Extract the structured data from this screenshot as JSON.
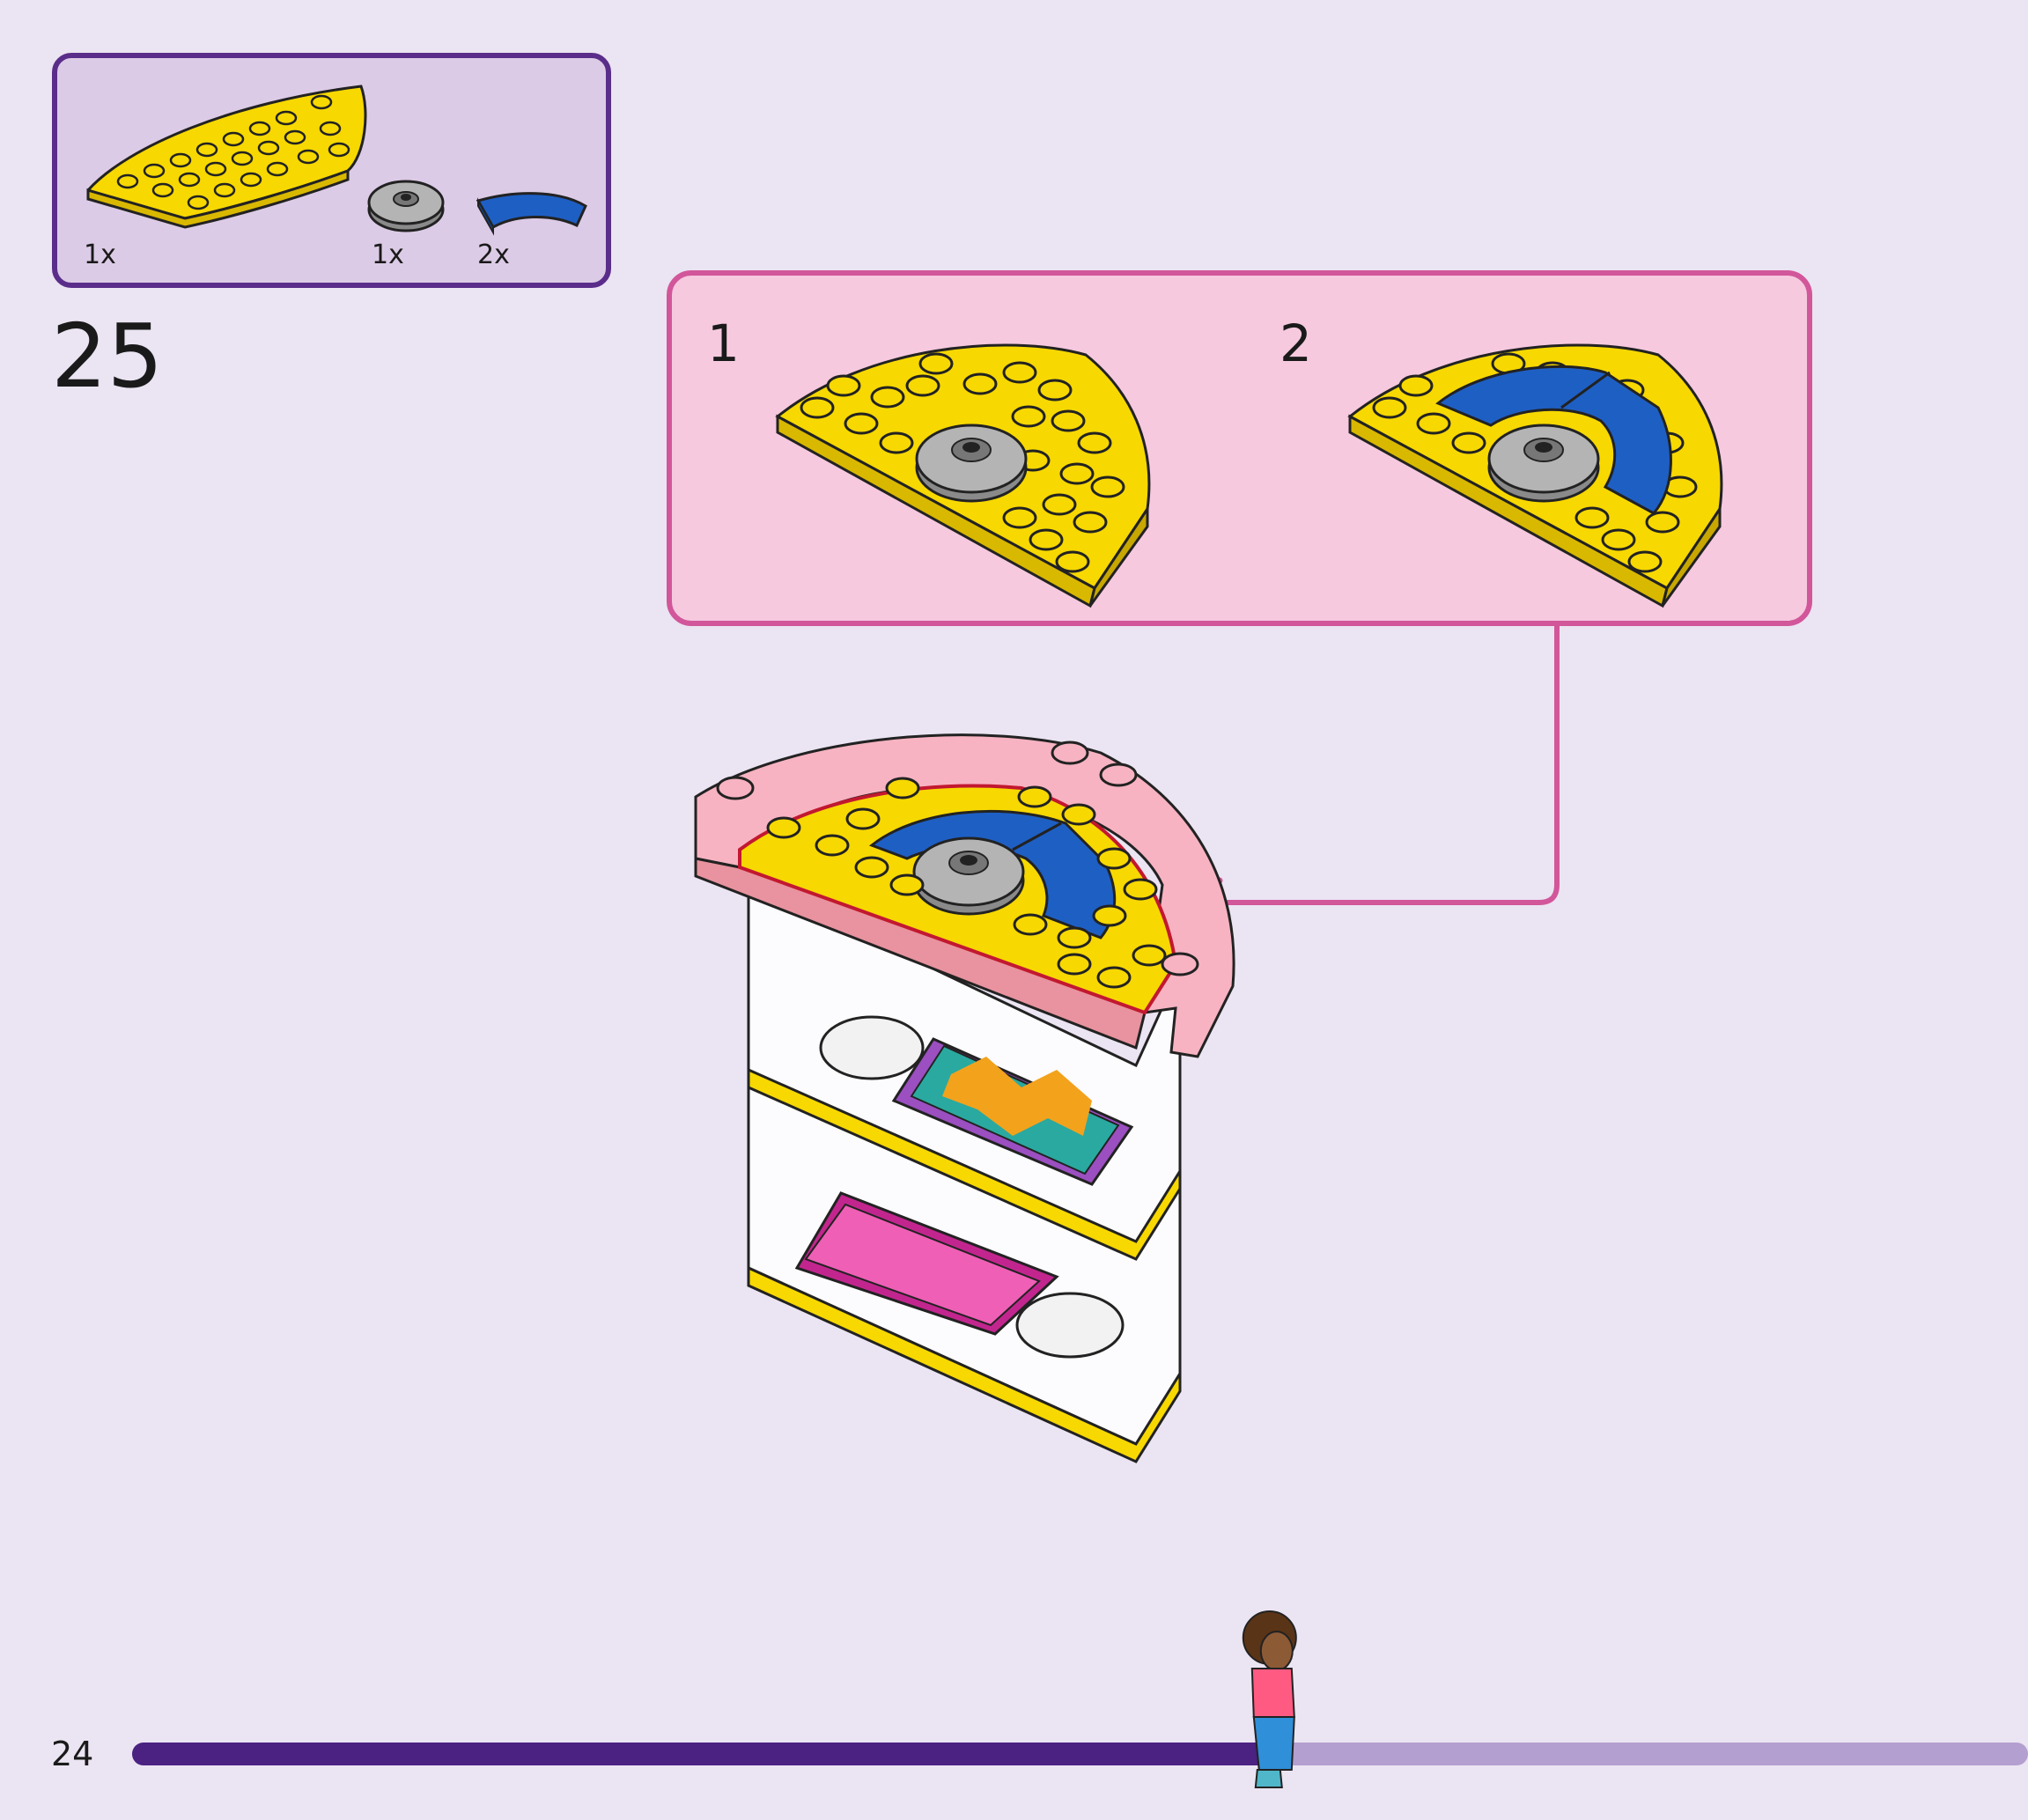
{
  "parts_list": {
    "items": [
      {
        "name": "yellow-half-round-plate",
        "qty": "1x",
        "color": "#f7d800"
      },
      {
        "name": "gray-round-tile",
        "qty": "1x",
        "color": "#9a9a9a"
      },
      {
        "name": "blue-curved-tile",
        "qty": "2x",
        "color": "#1e5fc4"
      }
    ]
  },
  "step": {
    "number": "25"
  },
  "substeps": [
    {
      "label": "1"
    },
    {
      "label": "2"
    }
  ],
  "footer": {
    "page_number": "24",
    "progress": 0.6
  },
  "colors": {
    "background": "#ebe4f2",
    "parts_box_fill": "#dccbe6",
    "parts_box_border": "#5a2d8a",
    "substep_box_fill": "#f6c9df",
    "substep_box_border": "#d2569a",
    "yellow": "#f7d800",
    "blue": "#1e5fc4",
    "gray": "#9a9a9a",
    "pink": "#f7b3c2",
    "progress_done": "#4b2182",
    "progress_remaining": "#b39fd0"
  }
}
